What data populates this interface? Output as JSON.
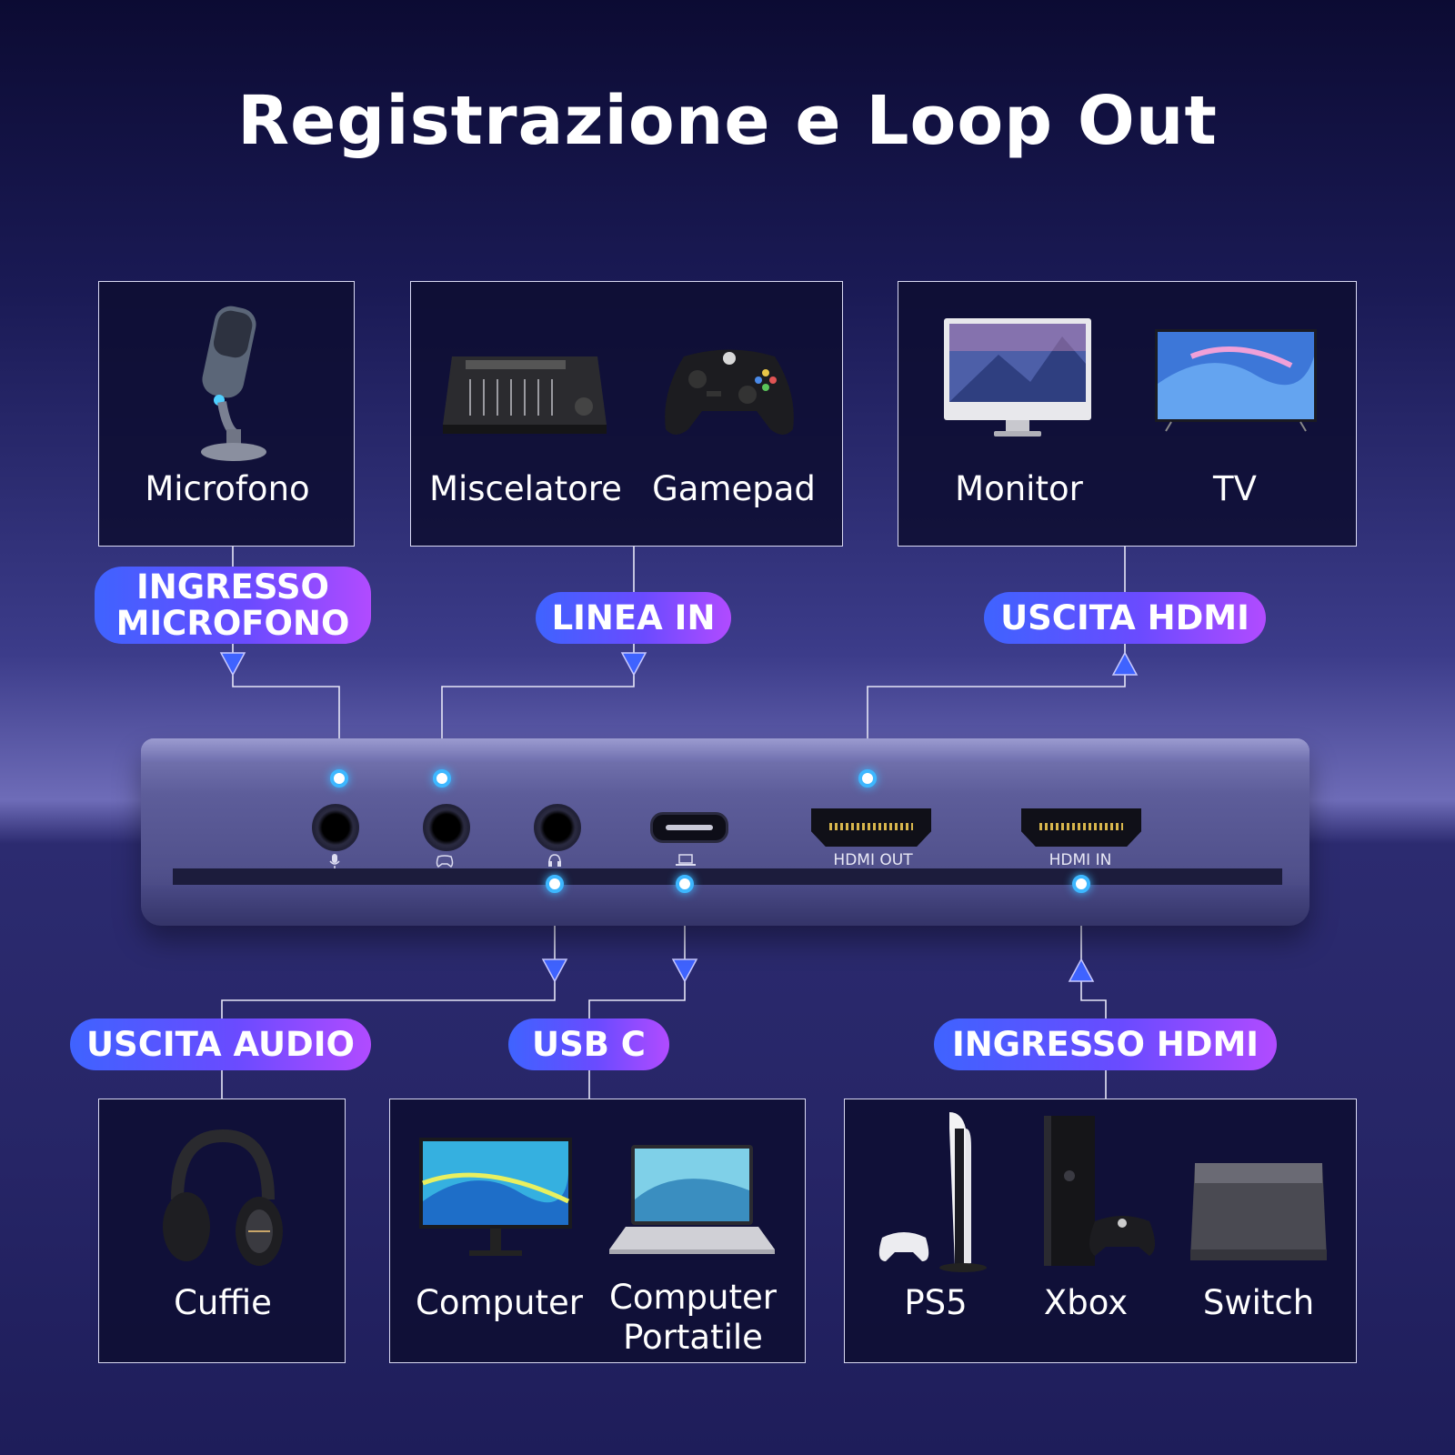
{
  "title": "Registrazione e Loop Out",
  "top_boxes": [
    {
      "labels": [
        "Microfono"
      ]
    },
    {
      "labels": [
        "Miscelatore",
        "Gamepad"
      ]
    },
    {
      "labels": [
        "Monitor",
        "TV"
      ]
    }
  ],
  "bottom_boxes": [
    {
      "labels": [
        "Cuffie"
      ]
    },
    {
      "labels": [
        "Computer",
        "Computer Portatile"
      ]
    },
    {
      "labels": [
        "PS5",
        "Xbox",
        "Switch"
      ]
    }
  ],
  "pills": {
    "mic_in": "INGRESSO MICROFONO",
    "line_in": "LINEA IN",
    "hdmi_out": "USCITA HDMI",
    "audio_out": "USCITA AUDIO",
    "usb_c": "USB C",
    "hdmi_in": "INGRESSO HDMI"
  },
  "ports": {
    "hdmi_out": "HDMI OUT",
    "hdmi_in": "HDMI IN"
  },
  "icons": {
    "mic_port": "microphone-icon",
    "gamepad_port": "gamepad-icon",
    "headphone_port": "headphones-icon",
    "laptop_port": "laptop-icon"
  },
  "colors": {
    "accent_dot": "#3db7ff",
    "pill_start": "#3f63ff",
    "pill_end": "#b14bff"
  }
}
